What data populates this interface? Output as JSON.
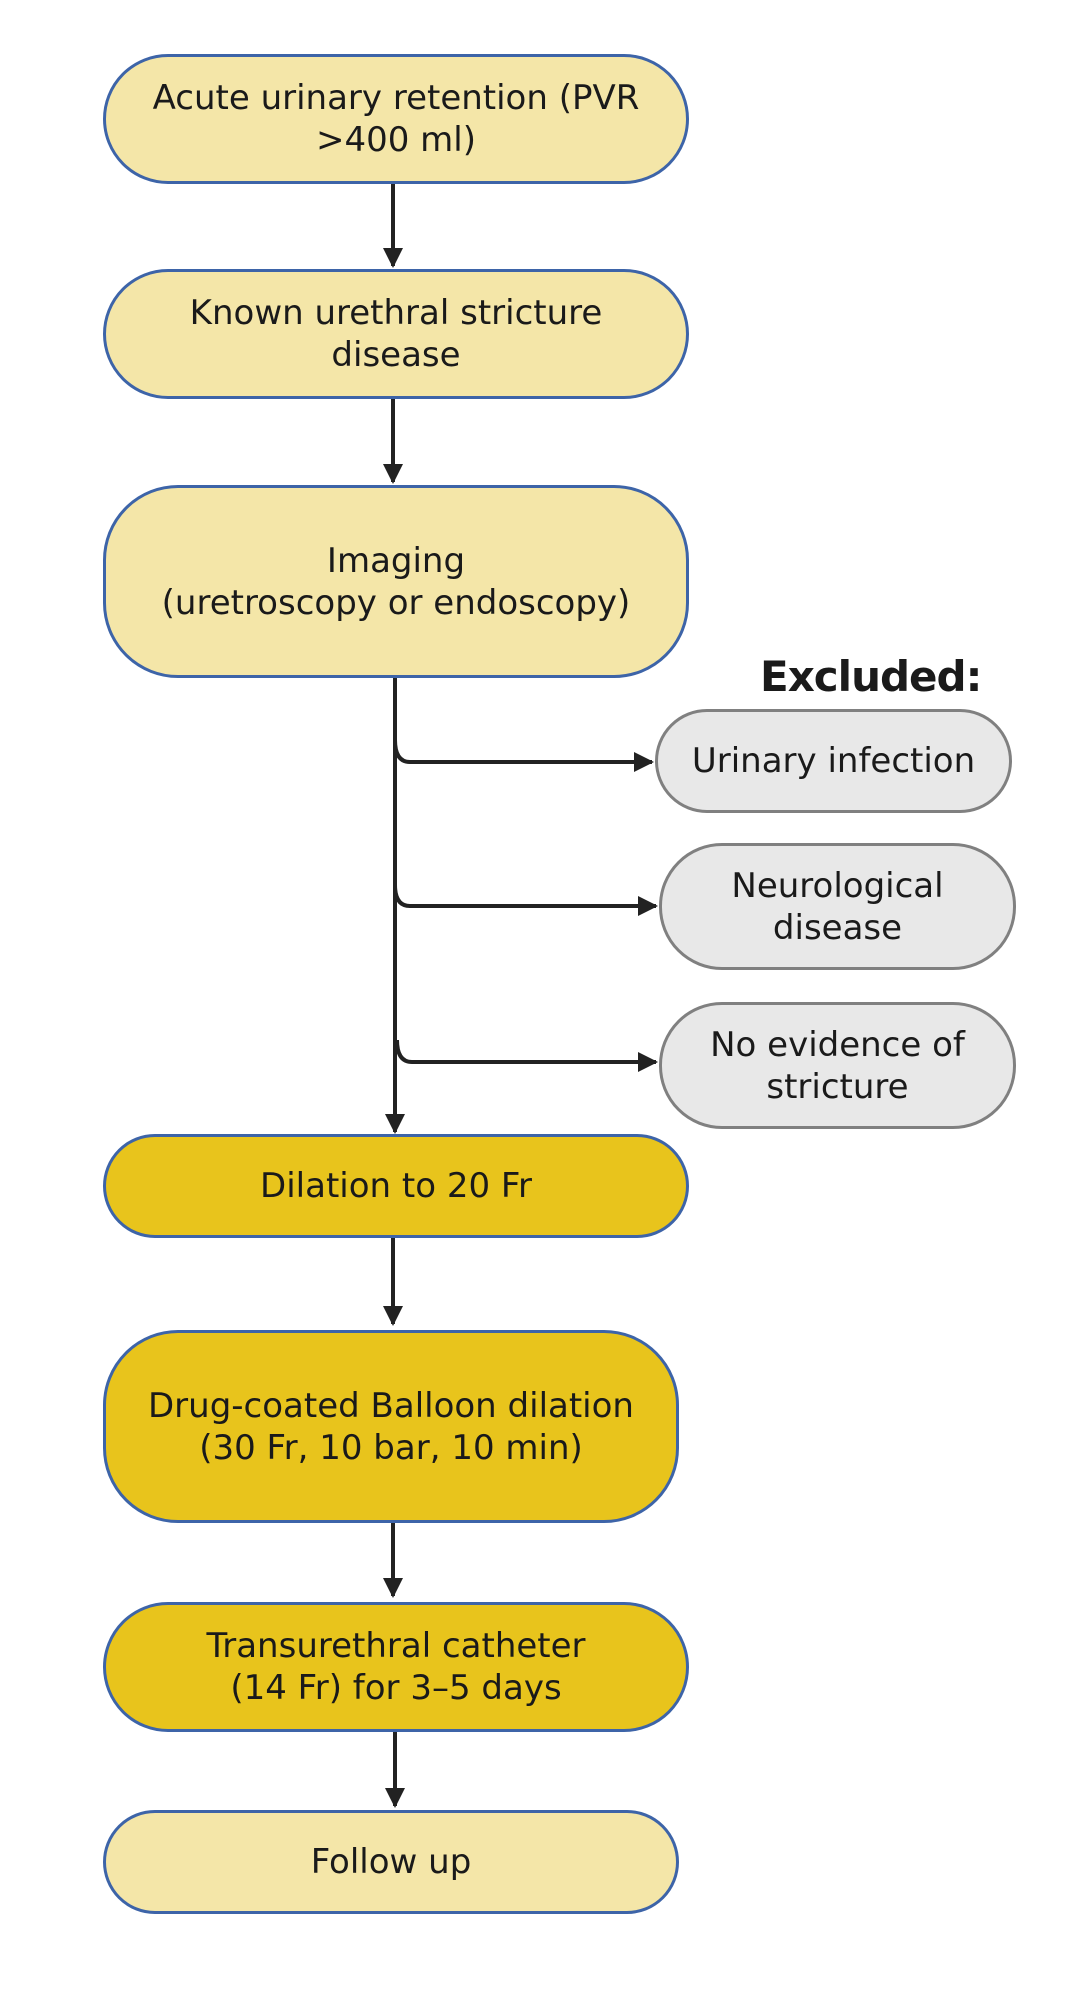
{
  "nodes": {
    "acute_retention": [
      "Acute urinary retention (PVR",
      ">400 ml)"
    ],
    "known_stricture": [
      "Known urethral stricture",
      "disease"
    ],
    "imaging": [
      "Imaging",
      "(uretroscopy or endoscopy)"
    ],
    "dilation": [
      "Dilation to 20 Fr"
    ],
    "balloon": [
      "Drug-coated Balloon dilation",
      "(30 Fr, 10 bar, 10 min)"
    ],
    "catheter": [
      "Transurethral catheter",
      "(14 Fr) for 3–5 days"
    ],
    "follow_up": [
      "Follow up"
    ]
  },
  "excluded": {
    "title": "Excluded:",
    "items": [
      [
        "Urinary infection"
      ],
      [
        "Neurological",
        "disease"
      ],
      [
        "No evidence of",
        "stricture"
      ]
    ]
  },
  "colors": {
    "light_fill": "#f4e6a8",
    "dark_fill": "#e8c41c",
    "excluded_fill": "#e8e8e8",
    "border_blue": "#3d64a8",
    "border_gray": "#808080",
    "arrow": "#222222"
  }
}
